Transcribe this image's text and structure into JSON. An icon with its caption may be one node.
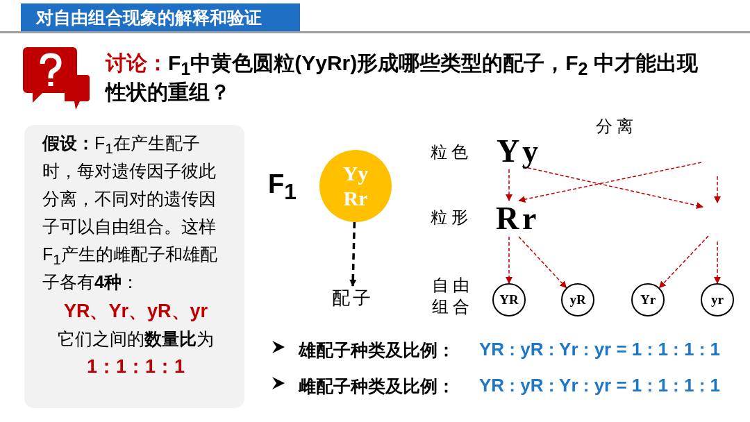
{
  "diagram": {
    "title": "对自由组合现象的解释和验证",
    "nodes": [
      {
        "text": [
          "**假设：**F$_{1}$在产生配子时，每对遗传因子彼此分离，不同对的遗传因子可以自由组合。这样F$_{1}$产生的雌配子和雄配子各有**4种**：",
          "YR、Yr、yR、yr",
          "它们之间的**数量比**为",
          "1：1：1：1"
        ]
      },
      {
        "text": [
          "Yy Rr"
        ],
        "beside": [
          "F$_{1}$"
        ]
      },
      {
        "text": [
          "配子"
        ]
      },
      {
        "text": [
          "Y"
        ]
      },
      {
        "text": [
          "y"
        ]
      },
      {
        "text": [
          "R"
        ]
      },
      {
        "text": [
          "r"
        ]
      },
      {
        "text": [
          "YR"
        ]
      },
      {
        "text": [
          "yR"
        ]
      },
      {
        "text": [
          "Yr"
        ]
      },
      {
        "text": [
          "yr"
        ]
      }
    ],
    "edges": [
      {
        "from": 3,
        "to": 5,
        "arrow": "to",
        "style": "dashed"
      },
      {
        "from": 4,
        "to": null,
        "arrow": "to",
        "style": "dashed"
      },
      {
        "from": null,
        "to": 5,
        "arrow": "to",
        "style": "dashed"
      },
      {
        "from": 5,
        "to": 7,
        "arrow": "to",
        "style": "dashed"
      },
      {
        "from": 5,
        "to": 8,
        "arrow": "to",
        "style": "dashed"
      },
      {
        "from": null,
        "to": 9,
        "arrow": "to",
        "style": "dashed"
      },
      {
        "from": null,
        "to": 10,
        "arrow": "to",
        "style": "dashed"
      },
      {
        "from": 1,
        "to": 2,
        "arrow": "to",
        "style": "dashed",
        "color": "#000000"
      }
    ],
    "labels": [
      "讨论：",
      "F$_{1}$中黄色圆粒(YyRr)形成哪些类型的配子，F$_{2}$ 中才能出现性状的重组？",
      "分离",
      "粒色",
      "粒形",
      "自由组合",
      "雄配子种类及比例：",
      "YR : yR : Yr : yr = 1 : 1 : 1 : 1",
      "雌配子种类及比例：",
      "YR : yR : Yr : yr = 1 : 1 : 1 : 1"
    ]
  }
}
